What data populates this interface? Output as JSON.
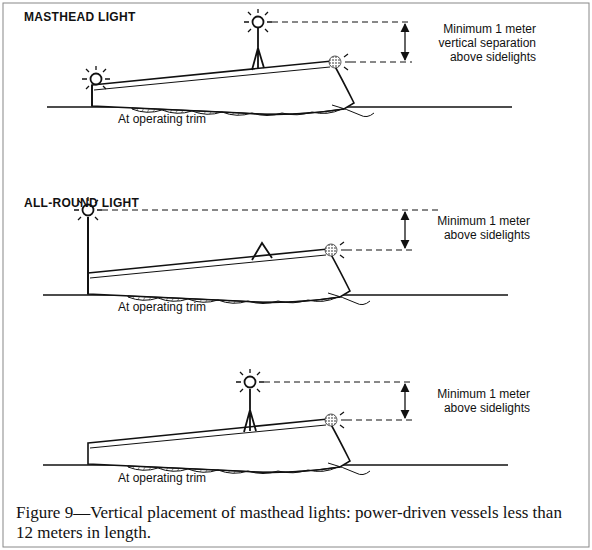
{
  "diagram": {
    "caption": "Figure 9—Vertical placement of masthead lights: power-driven vessels less than 12 meters in length.",
    "labels": [
      "MASTHEAD LIGHT",
      "Minimum 1 meter vertical separation above sidelights",
      "At operating trim",
      "ALL-ROUND LIGHT",
      "Minimum 1 meter above sidelights",
      "At operating trim",
      "Minimum 1 meter above sidelights",
      "At operating trim"
    ]
  }
}
